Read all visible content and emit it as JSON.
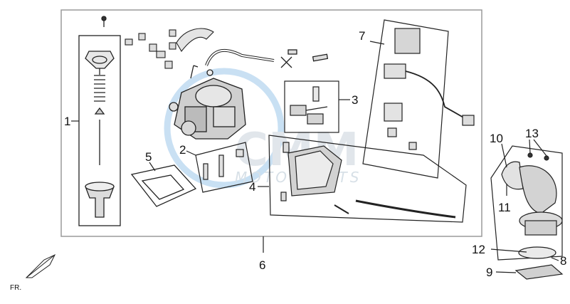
{
  "callouts": {
    "c1": "1",
    "c2": "2",
    "c3": "3",
    "c4": "4",
    "c5": "5",
    "c6": "6",
    "c7": "7",
    "c8": "8",
    "c9": "9",
    "c10": "10",
    "c11": "11",
    "c12": "12",
    "c13": "13"
  },
  "orientation_label": "FR.",
  "watermark": {
    "brand": "CMM",
    "sub": "MOTORPARTS"
  },
  "colors": {
    "line": "#222222",
    "frame": "#999999",
    "watermark_blue": "#9cc7ea"
  },
  "icons": [
    "front-arrow-icon"
  ]
}
